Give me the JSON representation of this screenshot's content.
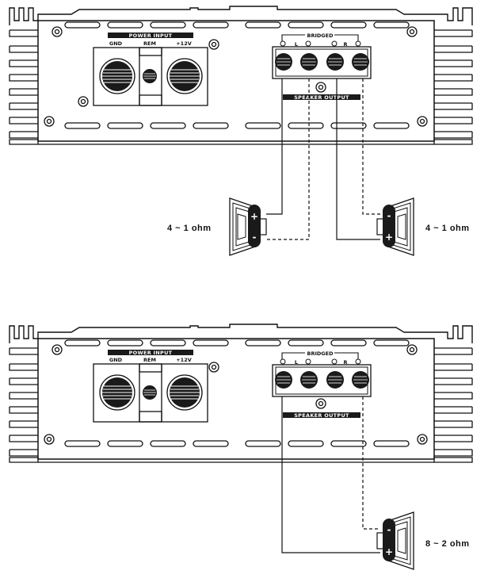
{
  "amps": [
    {
      "power_input_label": "POWER INPUT",
      "terminal_labels": [
        "GND",
        "REM",
        "+12V"
      ],
      "bridged_label": "BRIDGED",
      "channel_labels": [
        "L",
        "R"
      ],
      "speaker_output_label": "SPEAKER OUTPUT"
    },
    {
      "power_input_label": "POWER INPUT",
      "terminal_labels": [
        "GND",
        "REM",
        "+12V"
      ],
      "bridged_label": "BRIDGED",
      "channel_labels": [
        "L",
        "R"
      ],
      "speaker_output_label": "SPEAKER OUTPUT"
    }
  ],
  "speakers": [
    {
      "impedance_label": "4 ~ 1 ohm",
      "top_symbol": "+",
      "bottom_symbol": "-"
    },
    {
      "impedance_label": "4 ~ 1 ohm",
      "top_symbol": "-",
      "bottom_symbol": "+"
    },
    {
      "impedance_label": "8 ~ 2 ohm",
      "top_symbol": "-",
      "bottom_symbol": "+"
    }
  ],
  "colors": {
    "line": "#111111",
    "panel": "#1a1a1a",
    "background": "#ffffff"
  }
}
